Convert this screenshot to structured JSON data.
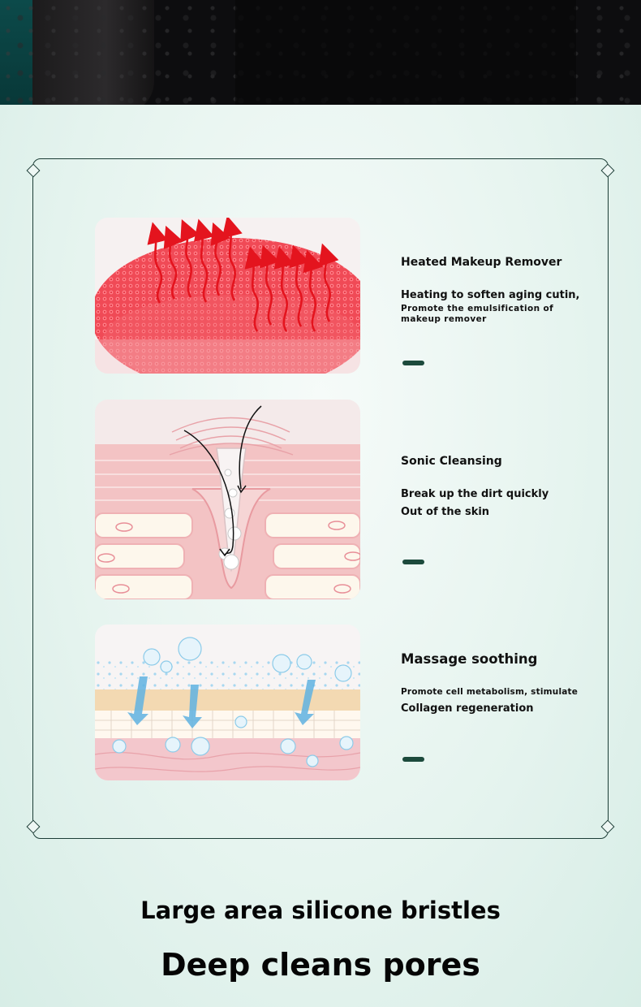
{
  "colors": {
    "accent": "#1c4a3c",
    "frame": "#1c3d36",
    "heat_arrow": "#e4141e"
  },
  "features": [
    {
      "title": "Heated Makeup Remover",
      "line1": "Heating to soften aging cutin,",
      "line2": "Promote the emulsification of",
      "line3": "makeup remover"
    },
    {
      "title": "Sonic Cleansing",
      "line1": "Break up the dirt quickly",
      "line2": "Out of the skin"
    },
    {
      "title": "Massage soothing",
      "line1": "Promote cell metabolism, stimulate",
      "line2": "Collagen regeneration"
    }
  ],
  "footer": {
    "line1": "Large area silicone bristles",
    "line2": "Deep cleans pores"
  }
}
